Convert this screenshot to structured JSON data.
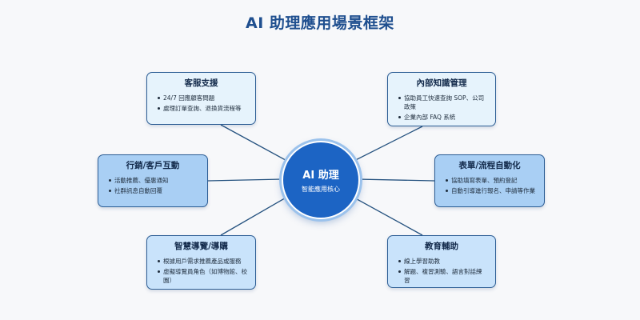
{
  "title": "AI 助理應用場景框架",
  "hub": {
    "title": "AI 助理",
    "subtitle": "智能應用核心"
  },
  "colors": {
    "title": "#1f4f8f",
    "hub_fill": "#1c64c4",
    "hub_ring": "#9bc2ec",
    "connector": "#25527f",
    "card_border": "#2c5d94",
    "card_light": "#e6f3fc",
    "card_mid": "#c9e3fb",
    "card_strong": "#a9cff4"
  },
  "cards": [
    {
      "id": "service",
      "title": "客服支援",
      "fill": "#e6f3fc",
      "items": [
        "24/7 回應顧客問題",
        "處理訂單查詢、退換貨流程等"
      ]
    },
    {
      "id": "marketing",
      "title": "行銷/客戶互動",
      "fill": "#a9cff4",
      "items": [
        "活動推薦、優惠通知",
        "社群訊息自動回覆"
      ]
    },
    {
      "id": "shopping",
      "title": "智慧導覽/導購",
      "fill": "#c9e3fb",
      "items": [
        "根據用戶需求推薦產品或服務",
        "虛擬導覽員角色（如博物館、校園）"
      ]
    },
    {
      "id": "knowledge",
      "title": "內部知識管理",
      "fill": "#e6f3fc",
      "items": [
        "協助員工快速查詢 SOP、公司政策",
        "企業內部 FAQ 系統"
      ]
    },
    {
      "id": "forms",
      "title": "表單/流程自動化",
      "fill": "#a9cff4",
      "items": [
        "協助填寫表單、預約登記",
        "自動引導進行報名、申請等作業"
      ]
    },
    {
      "id": "education",
      "title": "教育輔助",
      "fill": "#c9e3fb",
      "items": [
        "線上學習助教",
        "解題、複習測驗、語言對話練習"
      ]
    }
  ]
}
